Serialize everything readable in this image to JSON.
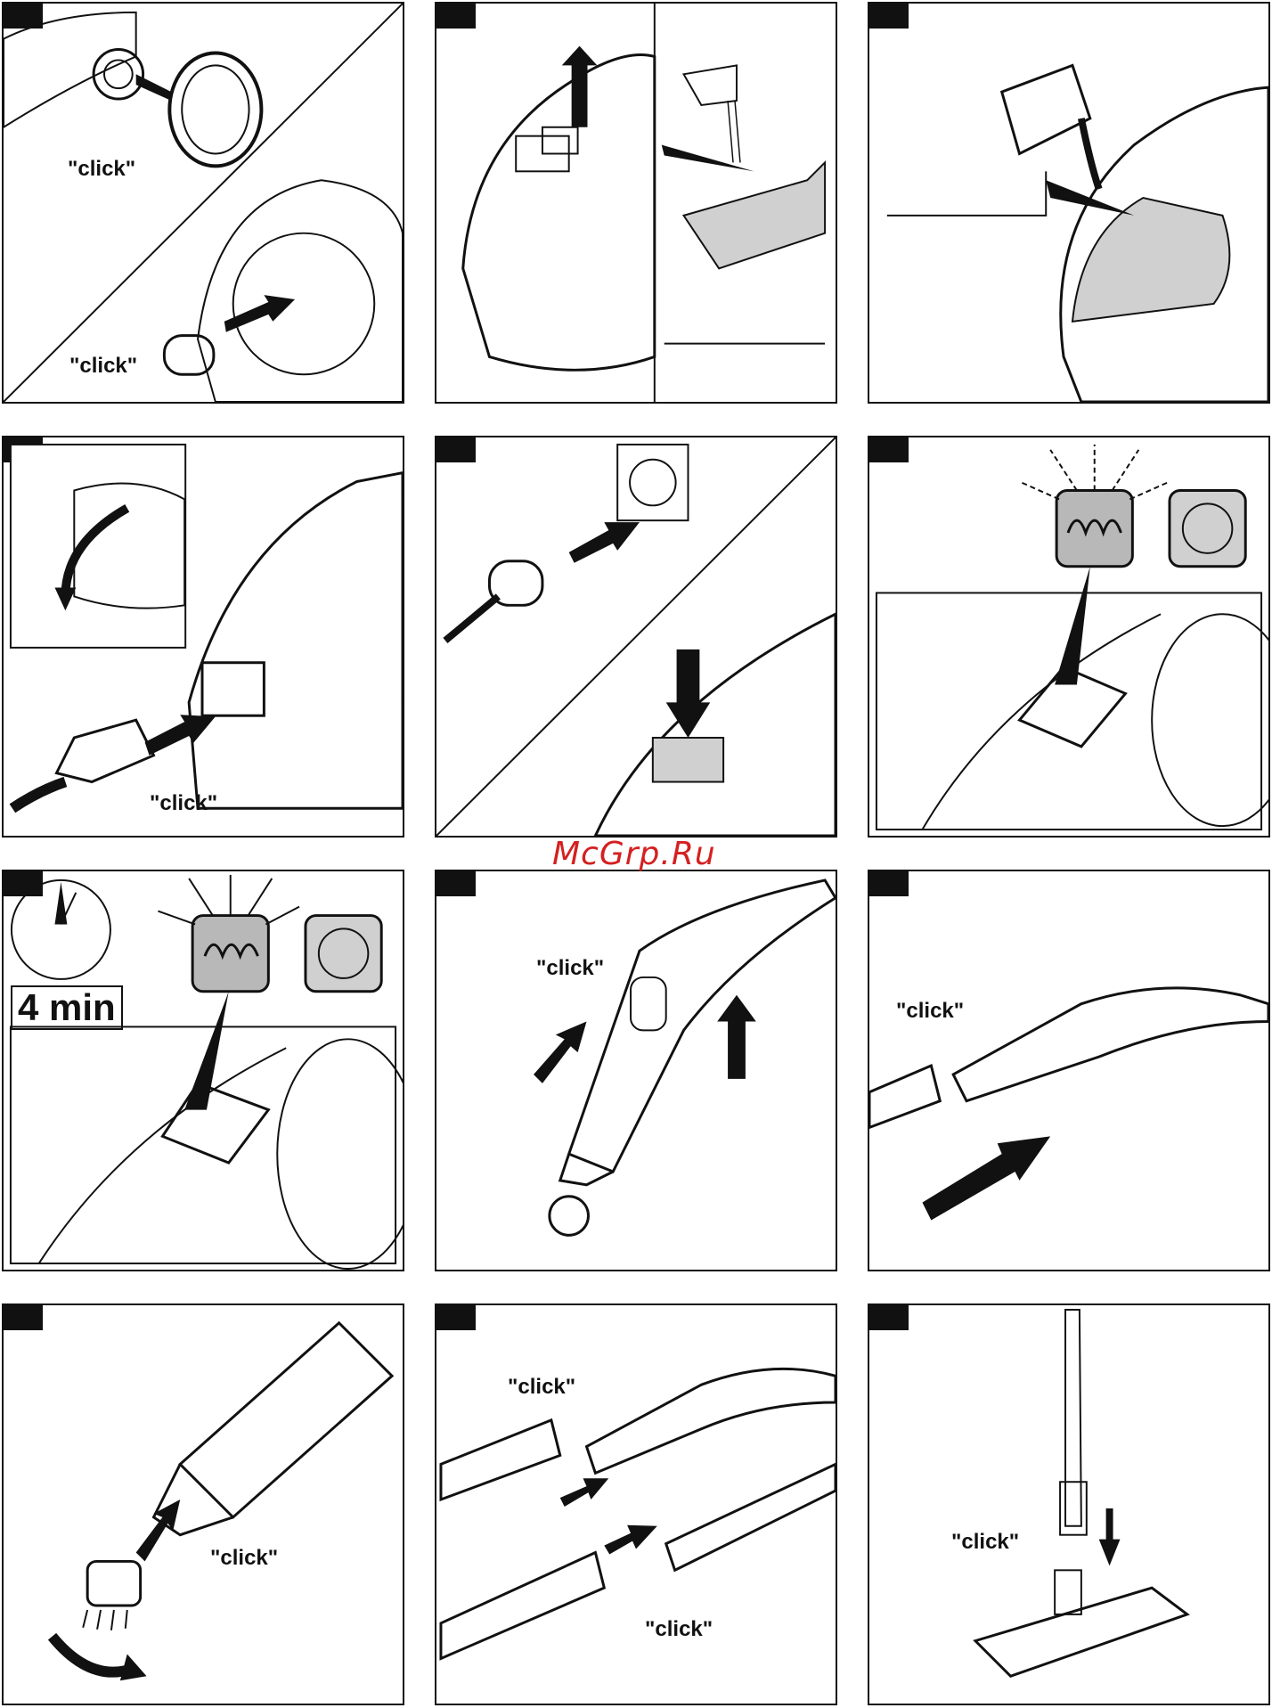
{
  "watermark": "McGrp.Ru",
  "click_label": "\"click\"",
  "timer_label": "4 min",
  "panels": [
    {
      "id": "p1"
    },
    {
      "id": "p2"
    },
    {
      "id": "p3"
    },
    {
      "id": "p4"
    },
    {
      "id": "p5"
    },
    {
      "id": "p6"
    },
    {
      "id": "p7"
    },
    {
      "id": "p8"
    },
    {
      "id": "p9"
    },
    {
      "id": "p10"
    },
    {
      "id": "p11"
    },
    {
      "id": "p12"
    }
  ],
  "colors": {
    "ink": "#111111",
    "fill_grey": "#d0d0d0",
    "watermark": "#d42020"
  }
}
